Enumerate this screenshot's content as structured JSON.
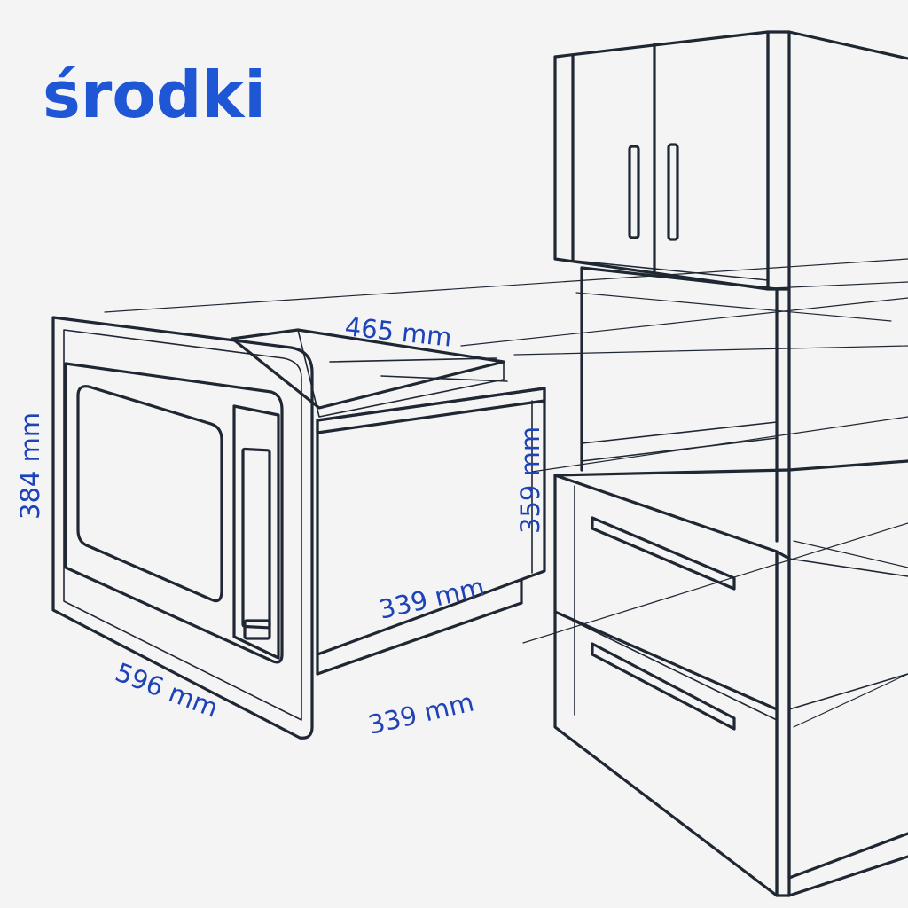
{
  "title": "środki",
  "colors": {
    "background": "#f4f4f4",
    "line": "#1f2733",
    "accent": "#1f56d6",
    "label": "#1e42b8"
  },
  "dimensions": {
    "depth_top": "465 mm",
    "height_front": "384 mm",
    "height_side": "359 mm",
    "depth_inner": "339 mm",
    "width_front": "596 mm",
    "depth_bottom": "339 mm"
  }
}
